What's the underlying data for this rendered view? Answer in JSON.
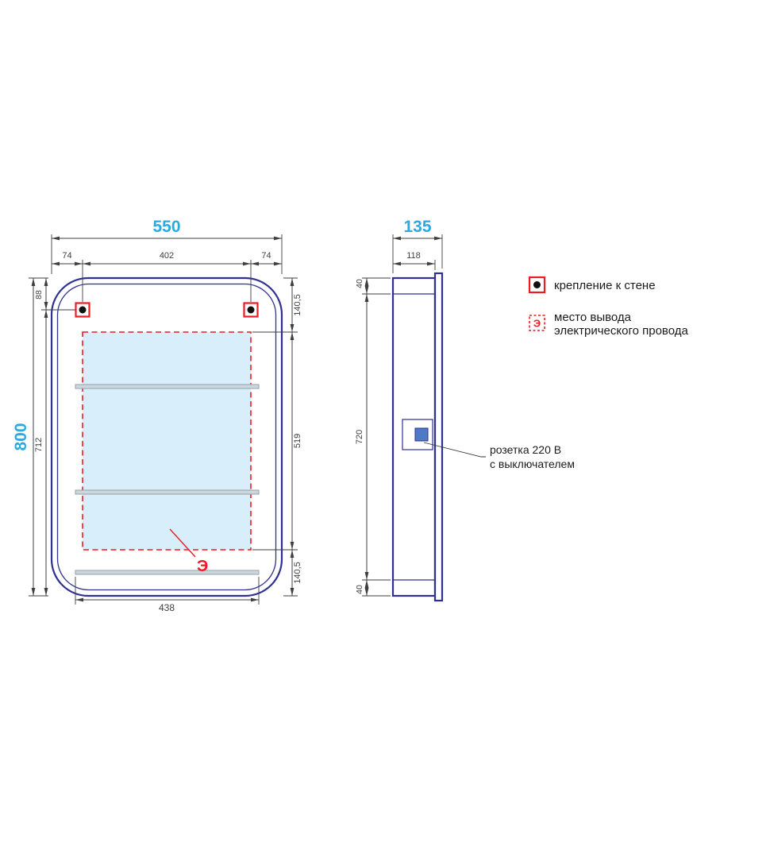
{
  "colors": {
    "accent_blue": "#29abe2",
    "line_navy": "#2e3192",
    "red": "#ec1c24",
    "wire_fill": "#d8eefa",
    "dim_gray": "#3f3f3f"
  },
  "front": {
    "dim_overall_width": "550",
    "dim_mount_left": "74",
    "dim_mount_span": "402",
    "dim_mount_right": "74",
    "dim_overall_height": "800",
    "dim_mount_top": "88",
    "dim_below_mount": "712",
    "dim_wire_top": "140,5",
    "dim_wire_height": "519",
    "dim_wire_bottom": "140,5",
    "dim_shelf_width": "438",
    "wire_mark": "Э"
  },
  "side": {
    "dim_overall_depth": "135",
    "dim_body_depth": "118",
    "dim_top_panel": "40",
    "dim_inner_height": "720",
    "dim_bottom_panel": "40",
    "socket_label_line1": "розетка 220 В",
    "socket_label_line2": "с выключателем"
  },
  "legend": {
    "mount_label": "крепление к стене",
    "electrical_symbol": "Э",
    "electrical_label_line1": "место вывода",
    "electrical_label_line2": "электрического провода"
  }
}
